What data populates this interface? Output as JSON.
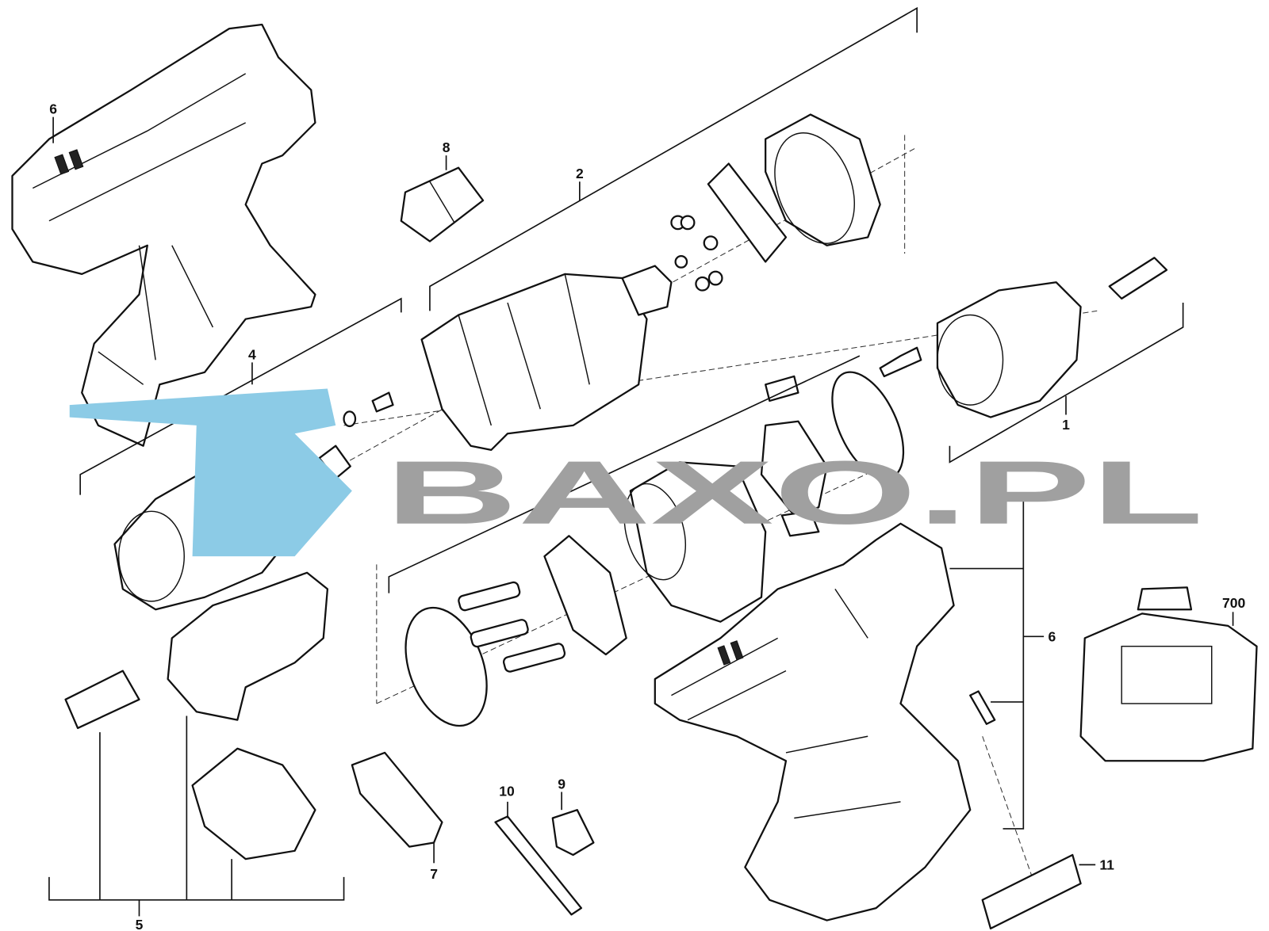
{
  "diagram": {
    "title": "Exploded parts diagram - cordless drill/driver",
    "watermark": "BAXO.PL",
    "labels": {
      "housing_top": "6",
      "switch_cap": "8",
      "gearbox_group": "2",
      "motor_group": "4",
      "chuck_group": "1",
      "housing_main": "6",
      "battery": "700",
      "switch_group": "5",
      "belt_clip": "7",
      "bit": "10",
      "bit_holder": "9",
      "nameplate": "11"
    },
    "colors": {
      "line": "#111111",
      "watermark_gray": "#9a9a9a",
      "watermark_blue": "#8ccbe6"
    }
  }
}
